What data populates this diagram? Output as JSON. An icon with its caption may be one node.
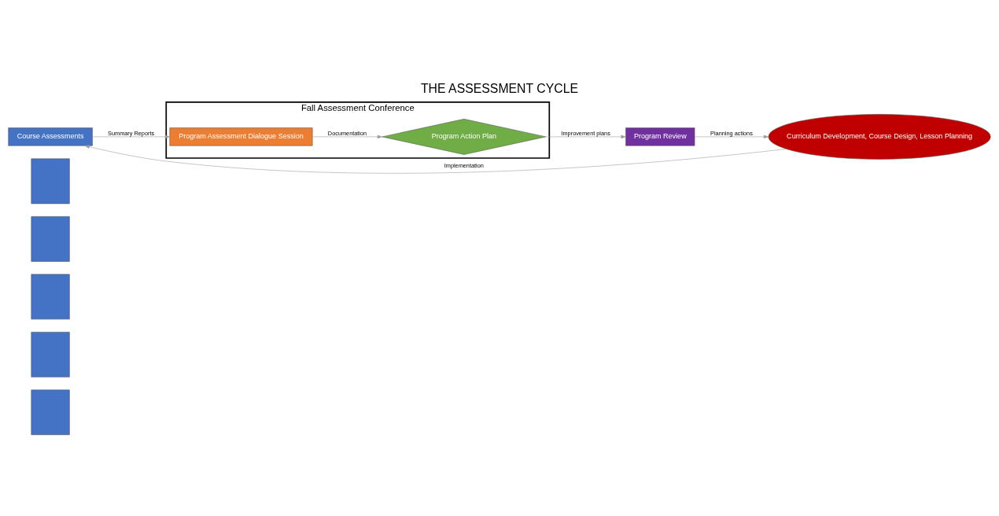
{
  "diagram": {
    "title": "THE ASSESSMENT CYCLE",
    "nodes": [
      {
        "text": [],
        "shape": "box"
      },
      {
        "text": [],
        "shape": "box"
      },
      {
        "text": [],
        "shape": "box"
      },
      {
        "text": [],
        "shape": "box"
      },
      {
        "text": [],
        "shape": "box"
      },
      {
        "text": [
          "Course Assessments"
        ]
      },
      {
        "text": [
          "Fall Assessment Conference"
        ]
      },
      {
        "text": [
          "Program Assessment Dialogue Session"
        ],
        "in": 6
      },
      {
        "text": [
          "Program Action Plan"
        ],
        "in": 6
      },
      {
        "text": [
          "Program Review"
        ]
      },
      {
        "text": [
          "Curriculum Development, Course Design, Lesson Planning"
        ]
      }
    ],
    "edges": [
      {
        "from": 5,
        "to": 7,
        "arrow": "to",
        "label": "Summary Reports"
      },
      {
        "from": 7,
        "to": 8,
        "arrow": "to",
        "label": "Documentation"
      },
      {
        "from": 8,
        "to": 9,
        "arrow": "to",
        "label": "Improvement plans"
      },
      {
        "from": 9,
        "to": 10,
        "arrow": "to",
        "label": "Planning actions"
      },
      {
        "from": 10,
        "to": 5,
        "arrow": "to",
        "label": "Implementation"
      }
    ]
  }
}
